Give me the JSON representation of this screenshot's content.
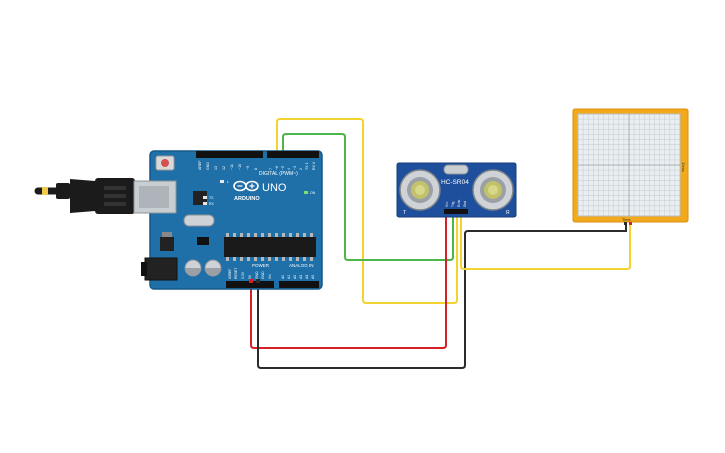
{
  "arduino": {
    "brand": "ARDUINO",
    "model": "UNO",
    "digital_header_label": "DIGITAL (PWM~)",
    "power_label": "POWER",
    "analog_label": "ANALOG IN",
    "on_label": "ON",
    "tx_label": "TX",
    "rx_label": "RX",
    "l_label": "L",
    "top_pins": [
      "AREF",
      "GND",
      "13",
      "12",
      "~11",
      "~10",
      "~9",
      "8",
      "7",
      "~6",
      "~5",
      "4",
      "~3",
      "2",
      "TX 1",
      "RX 0"
    ],
    "power_pins": [
      "IOREF",
      "RESET",
      "3.3V",
      "5V",
      "GND",
      "GND",
      "Vin"
    ],
    "analog_pins": [
      "A0",
      "A1",
      "A2",
      "A3",
      "A4",
      "A5"
    ]
  },
  "sensor": {
    "model": "HC-SR04",
    "t_label": "T",
    "r_label": "R",
    "pins": [
      "Vcc",
      "Trig",
      "Echo",
      "Gnd"
    ]
  },
  "oscilloscope": {
    "side_label": "10ms",
    "bottom_label": "Time"
  },
  "colors": {
    "board": "#1f6fa8",
    "board_dark": "#17588a",
    "sensor_board": "#1e4f9c",
    "scope_frame": "#f2a91b",
    "wire_red": "#d42027",
    "wire_black": "#2b2b2b",
    "wire_yellow": "#f2d330",
    "wire_green": "#4cb748"
  }
}
